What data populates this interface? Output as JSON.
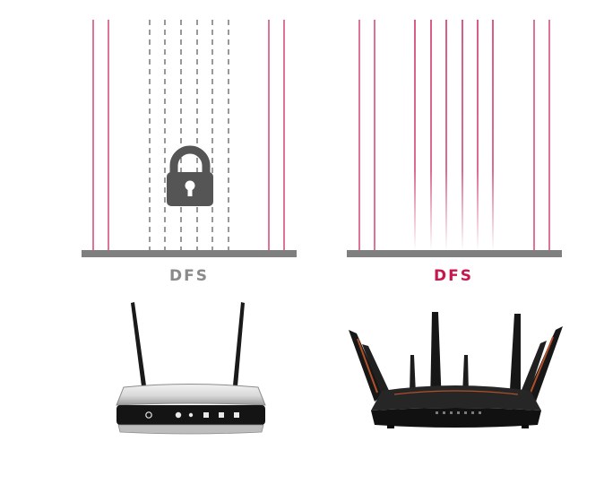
{
  "colors": {
    "channel_line": "#c8174f",
    "blocked_line": "#555555",
    "baseline": "#7f7f7f",
    "lock": "#555555",
    "label_inactive": "#8a8a8a",
    "label_active": "#c8174f"
  },
  "left_panel": {
    "label": "DFS",
    "icon": "padlock-icon",
    "device": "standard-router"
  },
  "right_panel": {
    "label": "DFS",
    "device": "gaming-router-eight-antennas"
  }
}
